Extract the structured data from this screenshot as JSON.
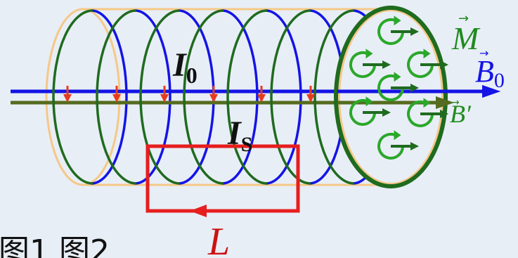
{
  "labels": {
    "I0": "I",
    "I0_sub": "0",
    "IS": "I",
    "IS_sub": "S",
    "M": "M",
    "B0": "B",
    "B0_sub": "0",
    "Bprime": "B′",
    "L": "L",
    "bottom_text": "图1  图2"
  },
  "colors": {
    "background": "#e8eef6",
    "cylinder": "#f5c887",
    "coil_front": "#1f6b1f",
    "coil_back": "#1414e6",
    "b0_arrow": "#1414e6",
    "bprime_arrow": "#556b1f",
    "current_arrow": "#e63c1e",
    "loop": "#e61e1e",
    "label_dark": "#111111",
    "label_green": "#1f8b1f",
    "label_blue": "#1414e6",
    "label_red": "#cc1111"
  }
}
